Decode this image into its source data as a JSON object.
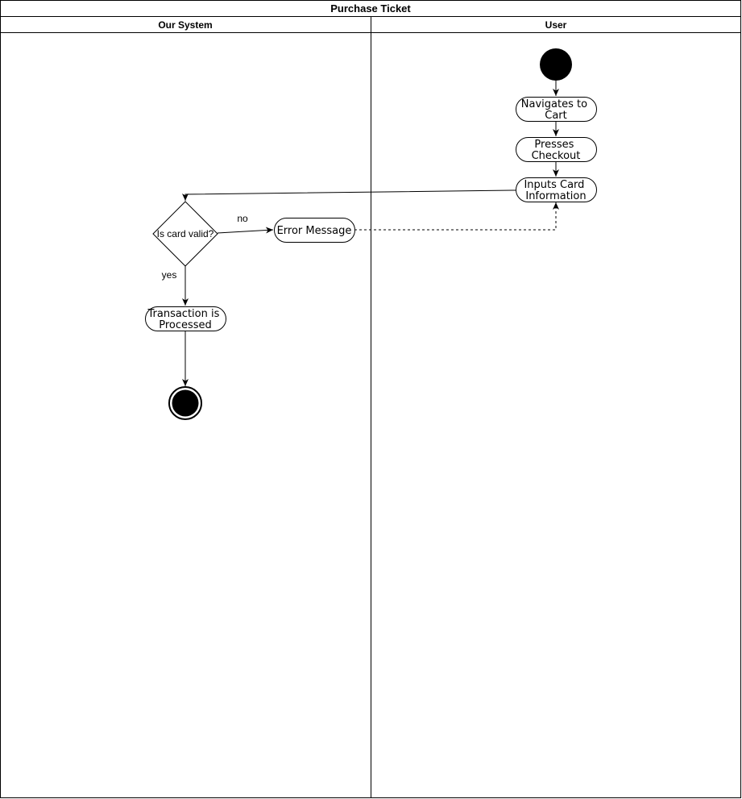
{
  "diagram": {
    "title": "Purchase Ticket",
    "lanes": [
      "Our System",
      "User"
    ],
    "nodes": {
      "navigates": [
        "Navigates to",
        "Cart"
      ],
      "presses": [
        "Presses",
        "Checkout"
      ],
      "inputs": [
        "Inputs Card",
        "Information"
      ],
      "error": "Error Message",
      "decision": "Is card valid?",
      "transaction": [
        "Transaction is",
        "Processed"
      ]
    },
    "edge_labels": {
      "no": "no",
      "yes": "yes"
    }
  }
}
